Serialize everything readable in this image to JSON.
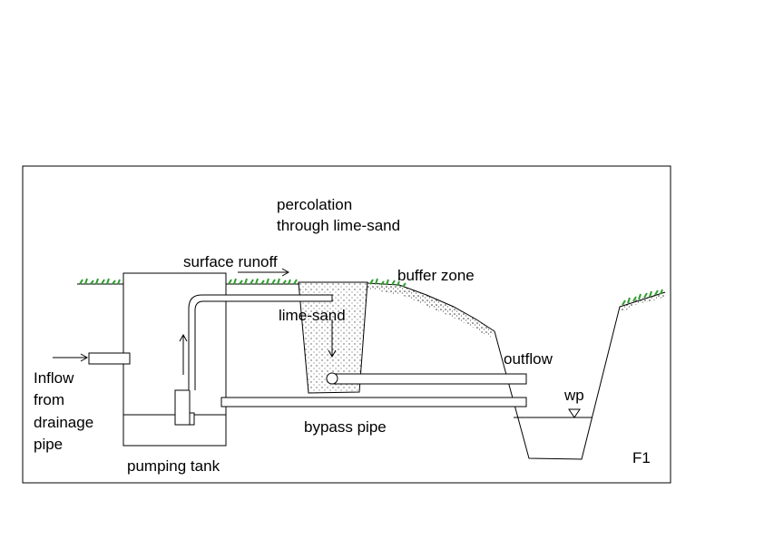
{
  "figure_id": "F1",
  "labels": {
    "percolation_line1": "percolation",
    "percolation_line2": "through lime-sand",
    "surface_runoff": "surface runoff",
    "buffer_zone": "buffer zone",
    "lime_sand": "lime-sand",
    "outflow": "outflow",
    "water_level": "wp",
    "inflow_line1": "Inflow",
    "inflow_line2": "from",
    "inflow_line3": "drainage",
    "inflow_line4": "pipe",
    "bypass_pipe": "bypass pipe",
    "pumping_tank": "pumping tank"
  },
  "colors": {
    "grass": "#2e9e2e",
    "line": "#000000",
    "stipple": "#555555"
  }
}
